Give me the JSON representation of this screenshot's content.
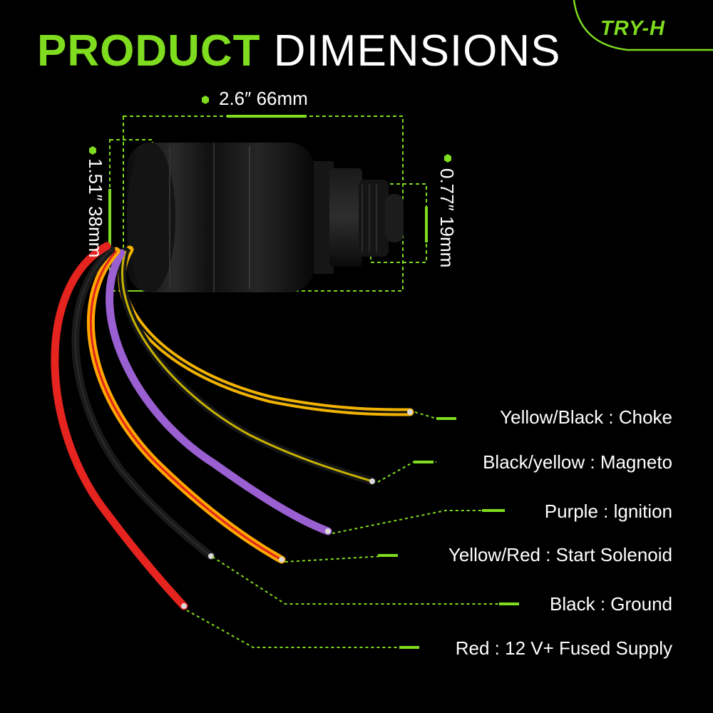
{
  "title": {
    "word1": "PRODUCT",
    "word2": "DIMENSIONS"
  },
  "brand": "TRY-H",
  "dimensions": {
    "length": "2.6″  66mm",
    "height": "1.51″  38mm",
    "thread": "0.77″  19mm"
  },
  "wires": [
    {
      "label": "Yellow/Black : Choke",
      "color": "#f2b300",
      "stripe": "#111111"
    },
    {
      "label": "Black/yellow : Magneto",
      "color": "#161616",
      "stripe": "#c9b300"
    },
    {
      "label": "Purple : lgnition",
      "color": "#9a5fd0",
      "stripe": ""
    },
    {
      "label": "Yellow/Red : Start Solenoid",
      "color": "#ffa800",
      "stripe": "#e0221c"
    },
    {
      "label": "Black : Ground",
      "color": "#1a1a1a",
      "stripe": ""
    },
    {
      "label": "Red : 12 V+ Fused Supply",
      "color": "#e52420",
      "stripe": ""
    }
  ],
  "colors": {
    "accent": "#7fdc1e",
    "background": "#000000",
    "text": "#ffffff"
  }
}
